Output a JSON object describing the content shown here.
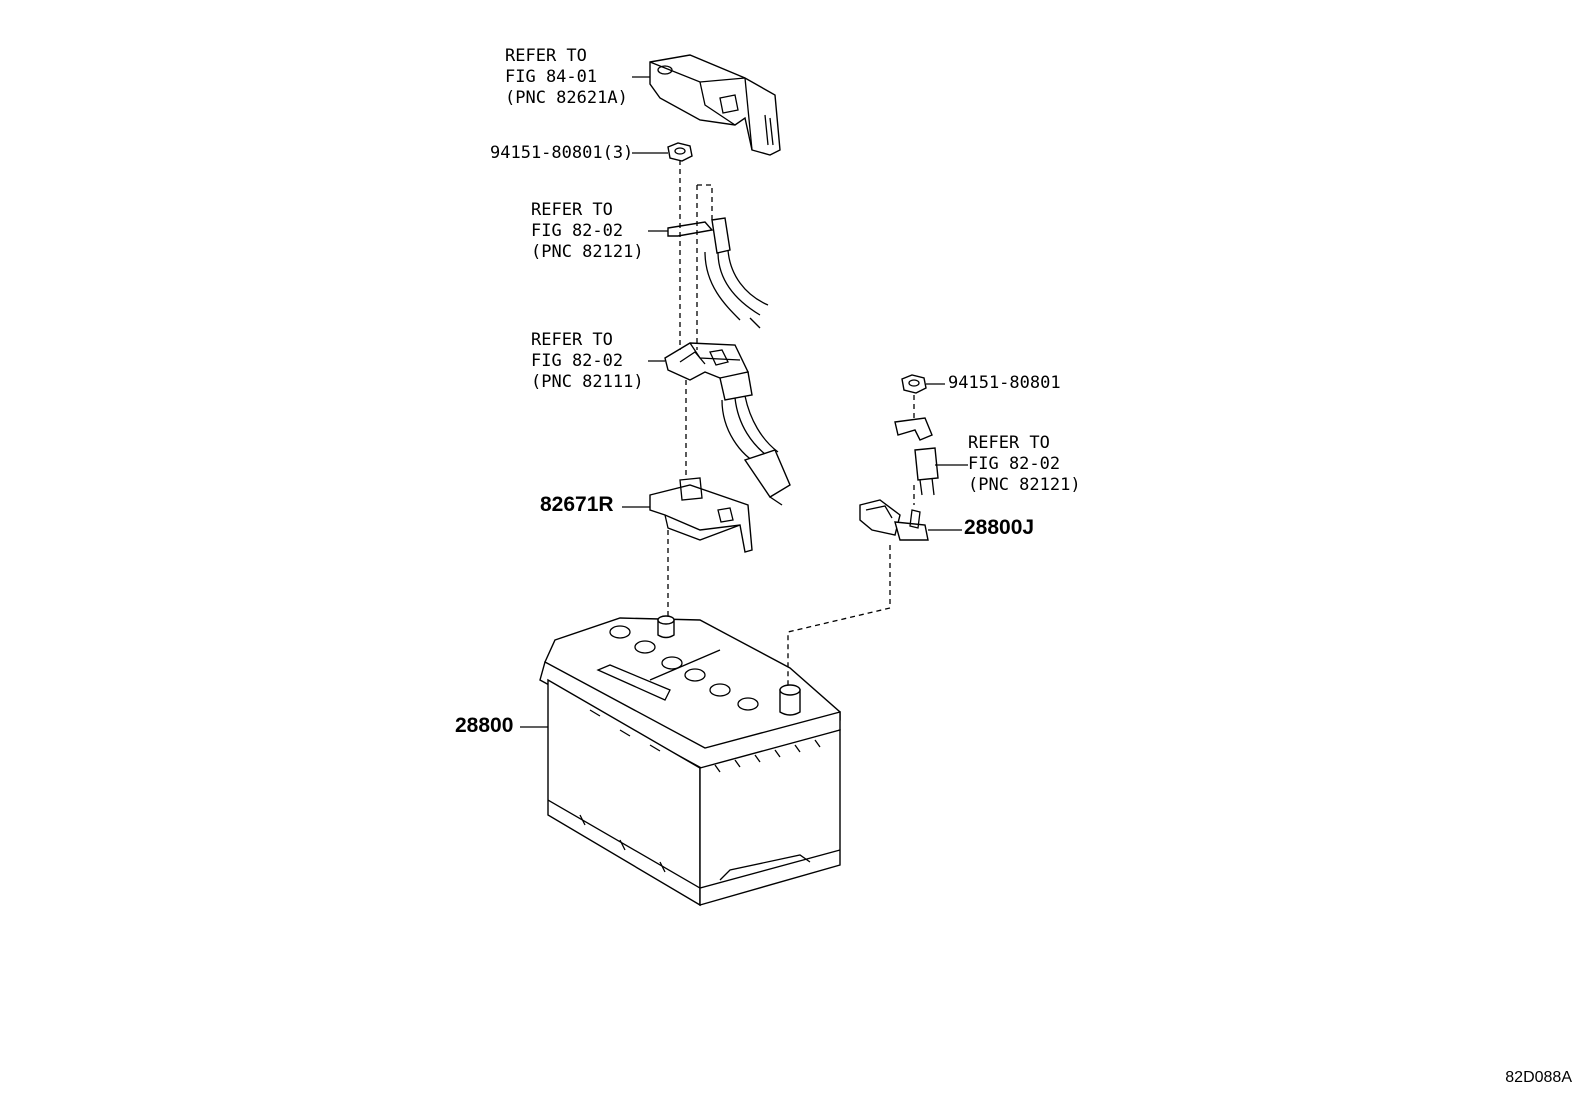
{
  "callouts": {
    "cover": [
      "REFER TO",
      "FIG 84-01",
      "(PNC 82621A)"
    ],
    "nut_top": "94151-80801(3)",
    "harness_upper": [
      "REFER TO",
      "FIG 82-02",
      "(PNC 82121)"
    ],
    "fusible_block": [
      "REFER TO",
      "FIG 82-02",
      "(PNC 82111)"
    ],
    "clamp": "82671R",
    "nut_right": "94151-80801",
    "negative_cable": [
      "REFER TO",
      "FIG 82-02",
      "(PNC 82121)"
    ],
    "terminal": "28800J",
    "battery": "28800"
  },
  "diagram_code": "82D088A"
}
